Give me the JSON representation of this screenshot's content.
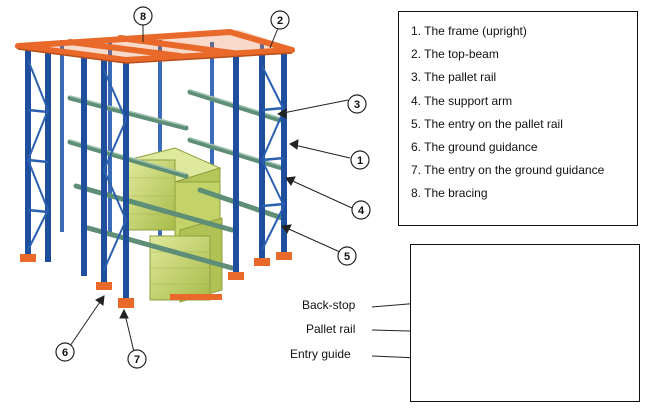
{
  "legend": {
    "items": [
      "1. The frame (upright)",
      "2. The top-beam",
      "3. The pallet rail",
      "4. The support arm",
      "5. The entry on the pallet rail",
      "6. The ground guidance",
      "7. The entry on the ground guidance",
      "8. The bracing"
    ]
  },
  "markers": [
    "8",
    "2",
    "3",
    "1",
    "4",
    "5",
    "6",
    "7"
  ],
  "detail": {
    "labels": [
      "Back-stop",
      "Pallet rail",
      "Entry guide"
    ]
  },
  "colors": {
    "upright": "#1f4e9c",
    "top_beam": "#e8692a",
    "rail": "#5e8e76",
    "pallet": "#c9d86a",
    "footplate": "#e8692a",
    "entry_guide": "#f5a623",
    "rail_metal": "#bfc3c6"
  }
}
